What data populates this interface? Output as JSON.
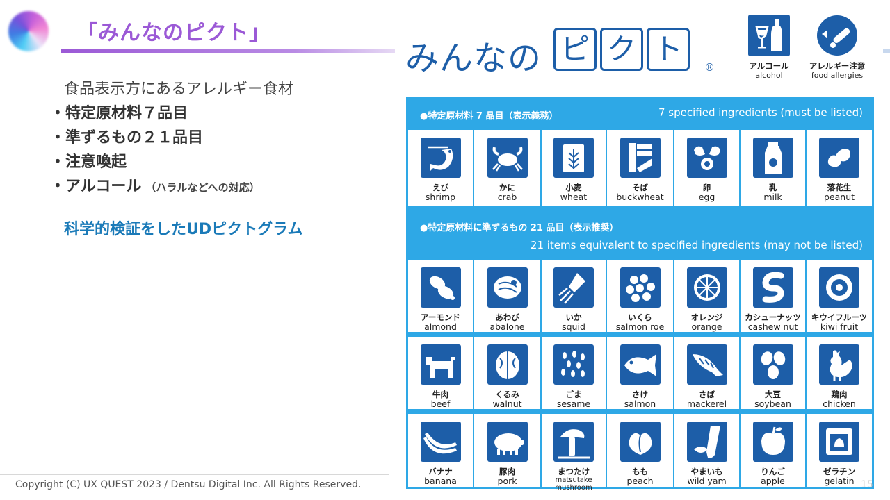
{
  "slide": {
    "title": "「みんなのピクト」",
    "intro": "食品表示方にあるアレルギー食材",
    "bullets": [
      {
        "text": "・特定原材料７品目",
        "note": ""
      },
      {
        "text": "・準ずるもの２１品目",
        "note": ""
      },
      {
        "text": "・注意喚起",
        "note": ""
      },
      {
        "text": "・アルコール",
        "note": "（ハラルなどへの対応）"
      }
    ],
    "ud_line": "科学的検証をしたUDピクトグラム"
  },
  "footer": {
    "copyright": "Copyright (C) UX QUEST 2023 / Dentsu Digital Inc. All Rights Reserved.",
    "page_number": "15"
  },
  "brand": {
    "prefix": "みんなの",
    "boxed_chars": [
      "ピ",
      "ク",
      "ト"
    ],
    "registered": "®",
    "color": "#1d5ea8"
  },
  "side_picts": [
    {
      "jp": "アルコール",
      "en": "alcohol",
      "icon": "alcohol-icon"
    },
    {
      "jp": "アレルギー注意",
      "en": "food allergies",
      "icon": "food-allergies-icon"
    }
  ],
  "panel": {
    "accent_color": "#2ea8e6",
    "tile_color": "#1d5ea8",
    "section1": {
      "jp": "●特定原材料 7 品目（表示義務）",
      "en": "7 specified ingredients (must be listed)",
      "items": [
        {
          "jp": "えび",
          "en": "shrimp",
          "icon": "shrimp-icon"
        },
        {
          "jp": "かに",
          "en": "crab",
          "icon": "crab-icon"
        },
        {
          "jp": "小麦",
          "en": "wheat",
          "icon": "wheat-icon"
        },
        {
          "jp": "そば",
          "en": "buckwheat",
          "icon": "buckwheat-icon"
        },
        {
          "jp": "卵",
          "en": "egg",
          "icon": "egg-icon"
        },
        {
          "jp": "乳",
          "en": "milk",
          "icon": "milk-icon"
        },
        {
          "jp": "落花生",
          "en": "peanut",
          "icon": "peanut-icon"
        }
      ]
    },
    "section2": {
      "jp": "●特定原材料に準ずるもの 21 品目（表示推奨）",
      "en": "21 items equivalent to specified ingredients (may not be listed)",
      "rows": [
        [
          {
            "jp": "アーモンド",
            "en": "almond",
            "icon": "almond-icon"
          },
          {
            "jp": "あわび",
            "en": "abalone",
            "icon": "abalone-icon"
          },
          {
            "jp": "いか",
            "en": "squid",
            "icon": "squid-icon"
          },
          {
            "jp": "いくら",
            "en": "salmon roe",
            "icon": "salmon-roe-icon"
          },
          {
            "jp": "オレンジ",
            "en": "orange",
            "icon": "orange-icon"
          },
          {
            "jp": "カシューナッツ",
            "en": "cashew nut",
            "icon": "cashew-nut-icon"
          },
          {
            "jp": "キウイフルーツ",
            "en": "kiwi fruit",
            "icon": "kiwi-fruit-icon"
          }
        ],
        [
          {
            "jp": "牛肉",
            "en": "beef",
            "icon": "beef-icon"
          },
          {
            "jp": "くるみ",
            "en": "walnut",
            "icon": "walnut-icon"
          },
          {
            "jp": "ごま",
            "en": "sesame",
            "icon": "sesame-icon"
          },
          {
            "jp": "さけ",
            "en": "salmon",
            "icon": "salmon-icon"
          },
          {
            "jp": "さば",
            "en": "mackerel",
            "icon": "mackerel-icon"
          },
          {
            "jp": "大豆",
            "en": "soybean",
            "icon": "soybean-icon"
          },
          {
            "jp": "鶏肉",
            "en": "chicken",
            "icon": "chicken-icon"
          }
        ],
        [
          {
            "jp": "バナナ",
            "en": "banana",
            "icon": "banana-icon"
          },
          {
            "jp": "豚肉",
            "en": "pork",
            "icon": "pork-icon"
          },
          {
            "jp": "まつたけ",
            "en": "matsutake mushroom",
            "icon": "matsutake-mushroom-icon"
          },
          {
            "jp": "もも",
            "en": "peach",
            "icon": "peach-icon"
          },
          {
            "jp": "やまいも",
            "en": "wild yam",
            "icon": "wild-yam-icon"
          },
          {
            "jp": "りんご",
            "en": "apple",
            "icon": "apple-icon"
          },
          {
            "jp": "ゼラチン",
            "en": "gelatin",
            "icon": "gelatin-icon"
          }
        ]
      ]
    }
  }
}
